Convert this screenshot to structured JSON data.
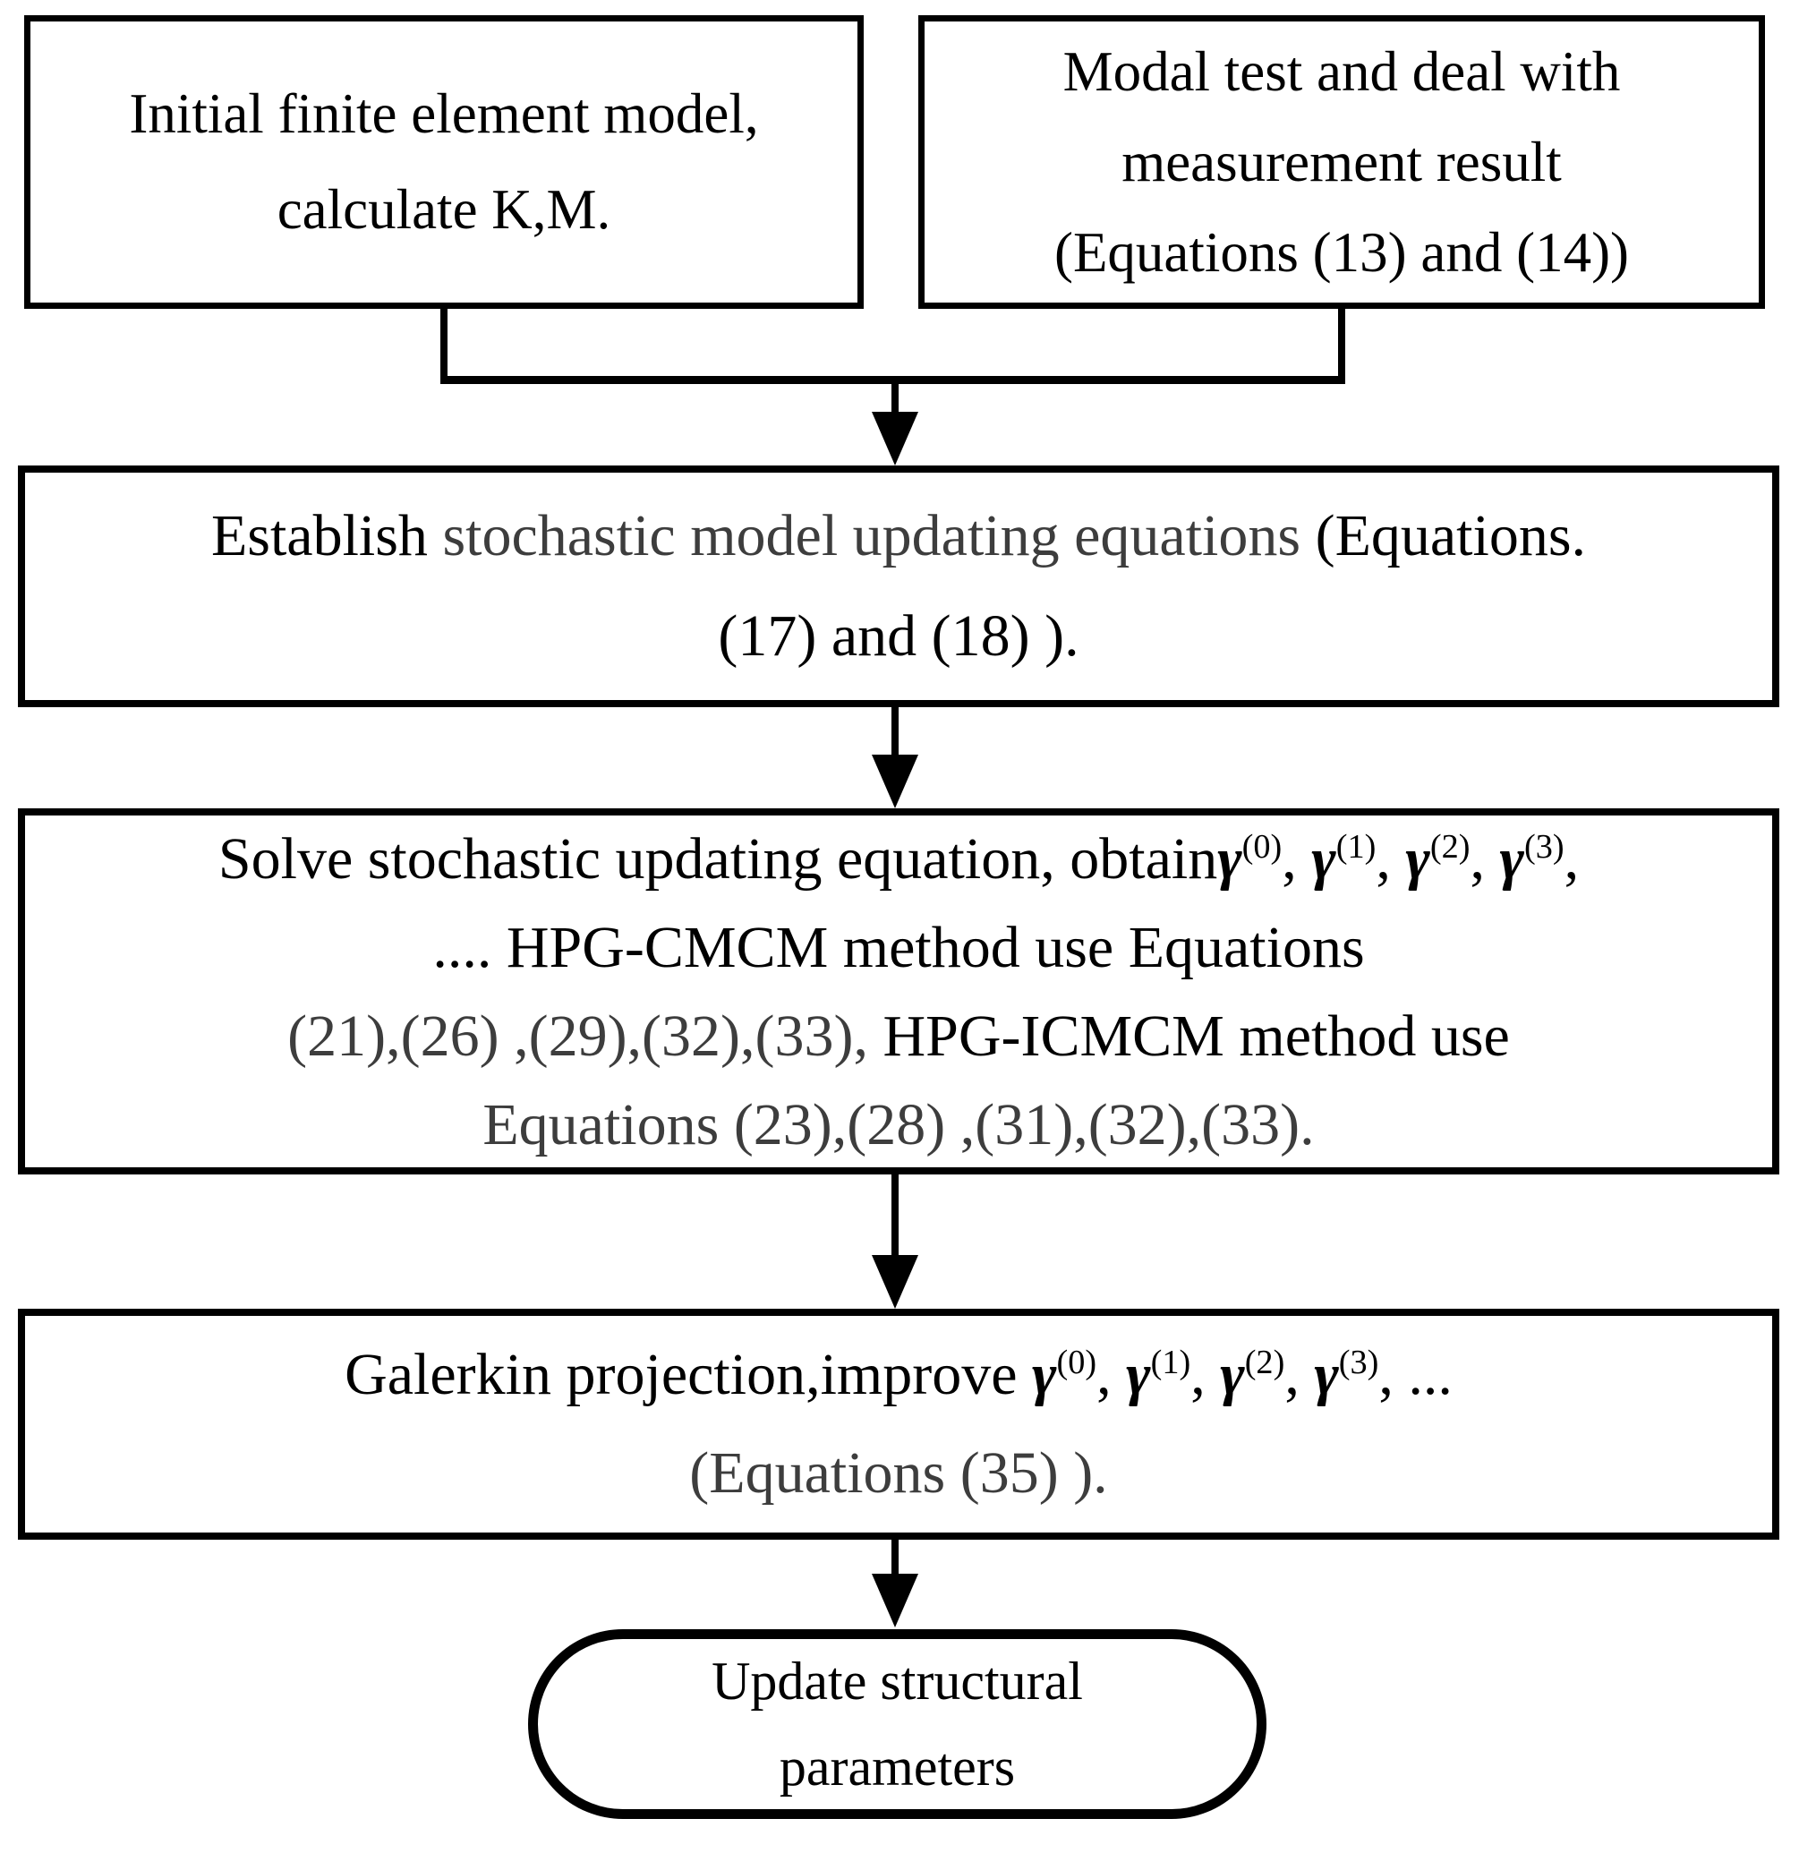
{
  "diagram": {
    "background_color": "#ffffff",
    "line_color": "#000000",
    "gray_text_color": "#3d3d3d"
  },
  "nodes": {
    "initial_model": {
      "line1": "Initial finite element model,",
      "line2": "calculate K,M."
    },
    "modal_test": {
      "line1": "Modal test and deal with",
      "line2": "measurement result",
      "line3": "(Equations (13) and (14))"
    },
    "establish": {
      "line1_black1": "Establish ",
      "line1_gray": "stochastic model updating equations",
      "line1_black2": " (Equations.",
      "line2": "(17) and (18) )."
    },
    "solve": {
      "line1_text": "Solve stochastic updating equation, obtain",
      "gammas": [
        {
          "sym": "γ",
          "sup": "(0)",
          "sep": ", "
        },
        {
          "sym": "γ",
          "sup": "(1)",
          "sep": ", "
        },
        {
          "sym": "γ",
          "sup": "(2)",
          "sep": ", "
        },
        {
          "sym": "γ",
          "sup": "(3)",
          "sep": ","
        }
      ],
      "line2": ".... HPG-CMCM method use Equations",
      "line3_gray": "(21),(26) ,(29),(32),(33),",
      "line3_black": " HPG-ICMCM method use",
      "line4": "Equations (23),(28) ,(31),(32),(33)."
    },
    "galerkin": {
      "line1_text": "Galerkin projection,improve ",
      "gammas": [
        {
          "sym": "γ",
          "sup": "(0)",
          "sep": ", "
        },
        {
          "sym": "γ",
          "sup": "(1)",
          "sep": ", "
        },
        {
          "sym": "γ",
          "sup": "(2)",
          "sep": ", "
        },
        {
          "sym": "γ",
          "sup": "(3)",
          "sep": ", ..."
        }
      ],
      "line2": "(Equations (35) )."
    },
    "update": {
      "line1": "Update structural",
      "line2": "parameters"
    }
  }
}
